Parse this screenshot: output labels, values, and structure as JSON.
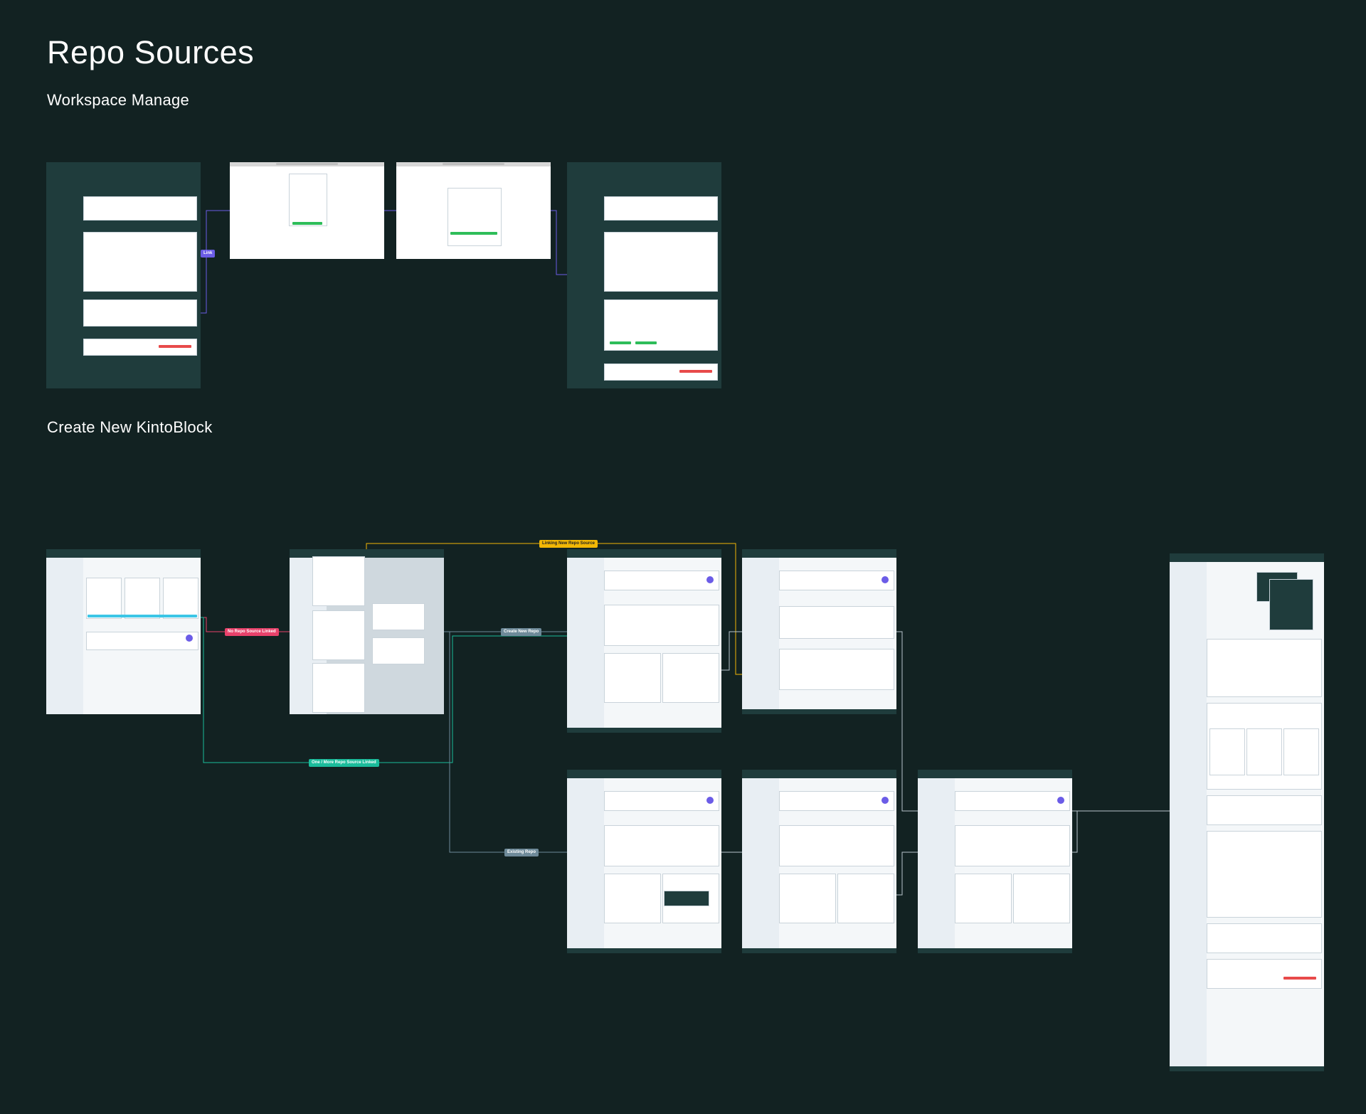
{
  "page": {
    "title": "Repo Sources",
    "sections": {
      "workspace": "Workspace Manage",
      "create": "Create New KintoBlock"
    }
  },
  "connectors": {
    "link": "Link",
    "linking_new_repo_source": "Linking New Repo Source",
    "no_repo_source_linked": "No Repo Source Linked",
    "create_new_repo": "Create New Repo",
    "one_or_more_repo_source_linked": "One / More Repo Source Linked",
    "existing_repo": "Existing Repo"
  },
  "colors": {
    "background": "#122222",
    "link": "#6b5ce7",
    "linking": "#f2b705",
    "no_repo": "#e8426b",
    "create_repo": "#6e8a99",
    "one_more": "#1bbc9b",
    "existing": "#6e8a99",
    "app_dark": "#1f3c3c"
  },
  "screens": {
    "workspace": [
      "workspace-manage-before",
      "github-login",
      "github-authorize",
      "workspace-manage-after"
    ],
    "create": [
      "create-empty",
      "select-repo-source",
      "create-new-repo",
      "linking-new-repo",
      "existing-repo-1",
      "existing-repo-2",
      "existing-repo-3",
      "kintoblock-full"
    ]
  }
}
